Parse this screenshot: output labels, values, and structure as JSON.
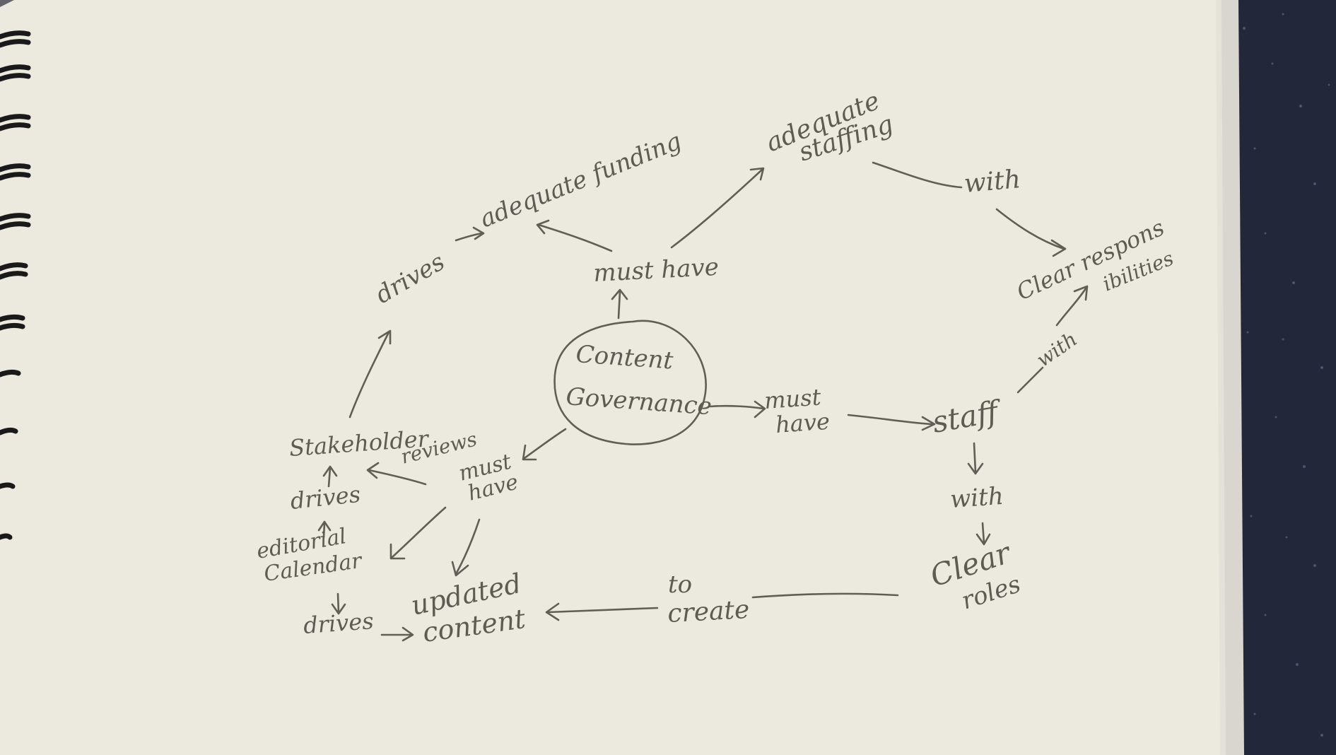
{
  "concept_map": {
    "center": {
      "line1": "Content",
      "line2": "Governance"
    },
    "labels": {
      "must_have_top": "must have",
      "adequate_funding": "adequate funding",
      "adequate": "adequate",
      "staffing": "staffing",
      "drives_top": "drives",
      "with_top": "with",
      "clear_respons": "Clear respons",
      "ibilities": "ibilities",
      "with_mid": "with",
      "must_right": "must",
      "have_right": "have",
      "staff": "staff",
      "with_down": "with",
      "clear": "Clear",
      "roles": "roles",
      "to": "to",
      "create": "create",
      "updated": "updated",
      "content": "content",
      "drives_bottom": "drives",
      "editorial": "editorial",
      "calendar": "Calendar",
      "drives_mid": "drives",
      "stakeholder": "Stakeholder",
      "reviews": "reviews",
      "must_left": "must",
      "have_left": "have"
    }
  }
}
